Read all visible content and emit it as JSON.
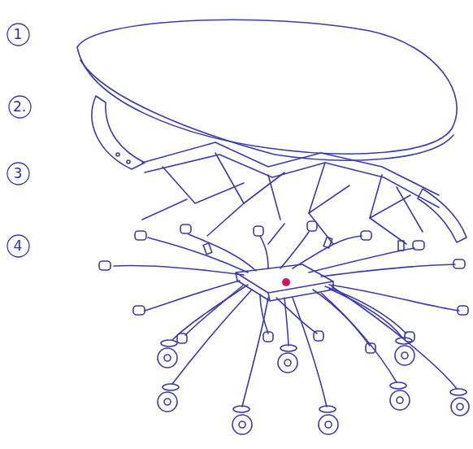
{
  "diagram": {
    "nodes": [
      {
        "text": [
          "1"
        ]
      },
      {
        "text": [
          "2."
        ]
      },
      {
        "text": [
          "3"
        ]
      },
      {
        "text": [
          "4"
        ]
      }
    ]
  }
}
